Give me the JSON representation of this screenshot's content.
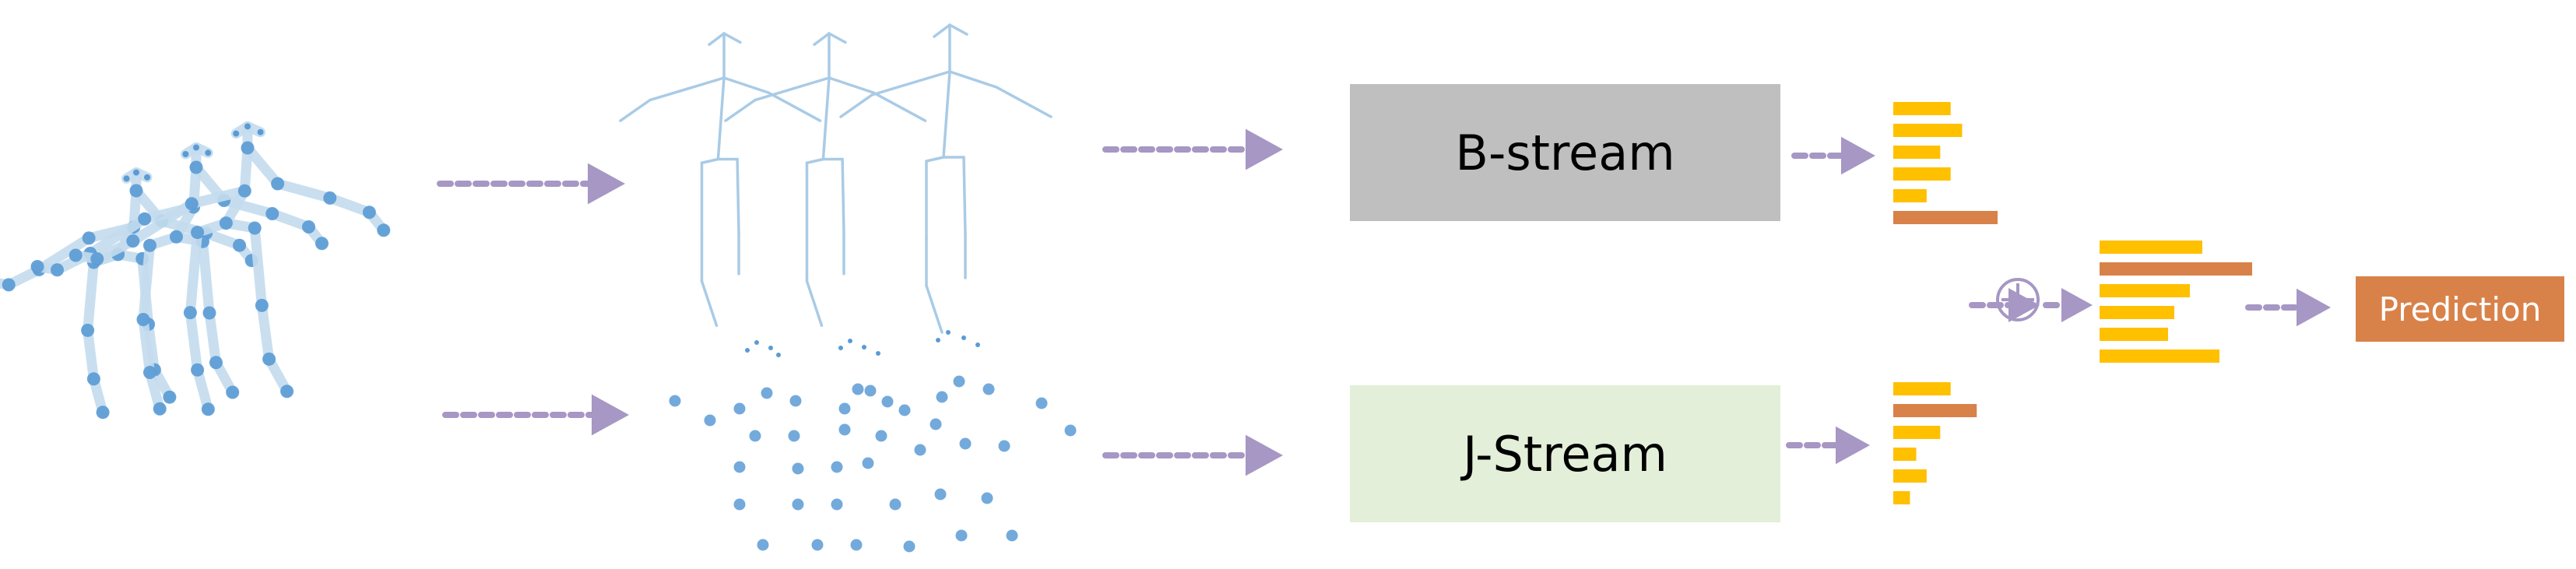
{
  "colors": {
    "bone": "#c4dcee",
    "bone_dark": "#a9cbe6",
    "joint": "#5b9bd5",
    "arrow": "#a697c4",
    "b_stream_fill": "#bfbfbf",
    "j_stream_fill": "#e3efd9",
    "bar_yellow": "#ffc000",
    "bar_orange": "#d8824a",
    "prediction_fill": "#d8824a",
    "fusion_stroke": "#a697c4"
  },
  "icons": {
    "fusion": "circle-plus-icon"
  },
  "streams": {
    "b_label": "B-stream",
    "j_label": "J-Stream"
  },
  "output": {
    "prediction_label": "Prediction"
  },
  "score_bars": {
    "b_stream": [
      {
        "value": 0.55,
        "highlight": false
      },
      {
        "value": 0.66,
        "highlight": false
      },
      {
        "value": 0.45,
        "highlight": false
      },
      {
        "value": 0.55,
        "highlight": false
      },
      {
        "value": 0.32,
        "highlight": false
      },
      {
        "value": 1.0,
        "highlight": true
      }
    ],
    "j_stream": [
      {
        "value": 0.55,
        "highlight": false
      },
      {
        "value": 0.8,
        "highlight": true
      },
      {
        "value": 0.45,
        "highlight": false
      },
      {
        "value": 0.22,
        "highlight": false
      },
      {
        "value": 0.32,
        "highlight": false
      },
      {
        "value": 0.16,
        "highlight": false
      }
    ],
    "fused": [
      {
        "value": 0.66,
        "highlight": false
      },
      {
        "value": 0.98,
        "highlight": true
      },
      {
        "value": 0.58,
        "highlight": false
      },
      {
        "value": 0.48,
        "highlight": false
      },
      {
        "value": 0.44,
        "highlight": false
      },
      {
        "value": 0.77,
        "highlight": false
      }
    ]
  }
}
